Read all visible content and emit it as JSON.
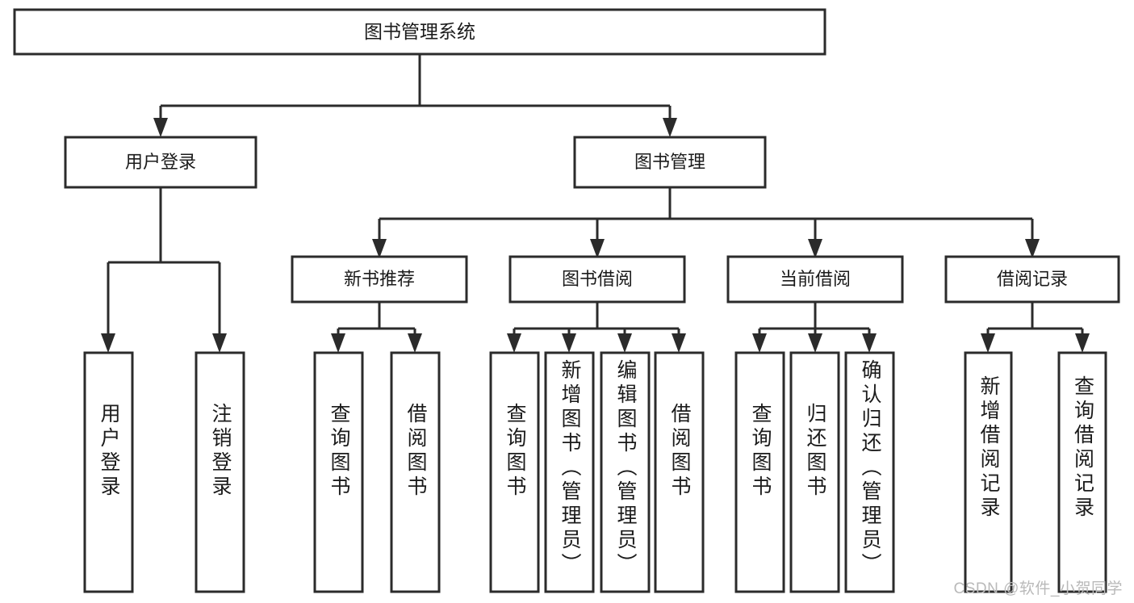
{
  "diagram": {
    "type": "tree",
    "orientation": "top-down",
    "title": "图书管理系统",
    "colors": {
      "box_stroke": "#2b2b2b",
      "box_fill": "#ffffff",
      "connector": "#2b2b2b",
      "text": "#1b1b1b",
      "watermark": "#b9b9b9",
      "background": "#ffffff"
    },
    "root": {
      "label": "图书管理系统"
    },
    "level2": [
      {
        "label": "用户登录"
      },
      {
        "label": "图书管理"
      }
    ],
    "level3": [
      {
        "label": "新书推荐"
      },
      {
        "label": "图书借阅"
      },
      {
        "label": "当前借阅"
      },
      {
        "label": "借阅记录"
      }
    ],
    "leaves": {
      "user_login": [
        {
          "label": "用户登录"
        },
        {
          "label": "注销登录"
        }
      ],
      "new_book_recommend": [
        {
          "label": "查询图书"
        },
        {
          "label": "借阅图书"
        }
      ],
      "book_borrow": [
        {
          "label": "查询图书"
        },
        {
          "label": "新增图书（管理员）"
        },
        {
          "label": "编辑图书（管理员）"
        },
        {
          "label": "借阅图书"
        }
      ],
      "current_borrow": [
        {
          "label": "查询图书"
        },
        {
          "label": "归还图书"
        },
        {
          "label": "确认归还（管理员）"
        }
      ],
      "borrow_record": [
        {
          "label": "新增借阅记录"
        },
        {
          "label": "查询借阅记录"
        }
      ]
    },
    "watermark": "CSDN @软件_小贺同学"
  }
}
